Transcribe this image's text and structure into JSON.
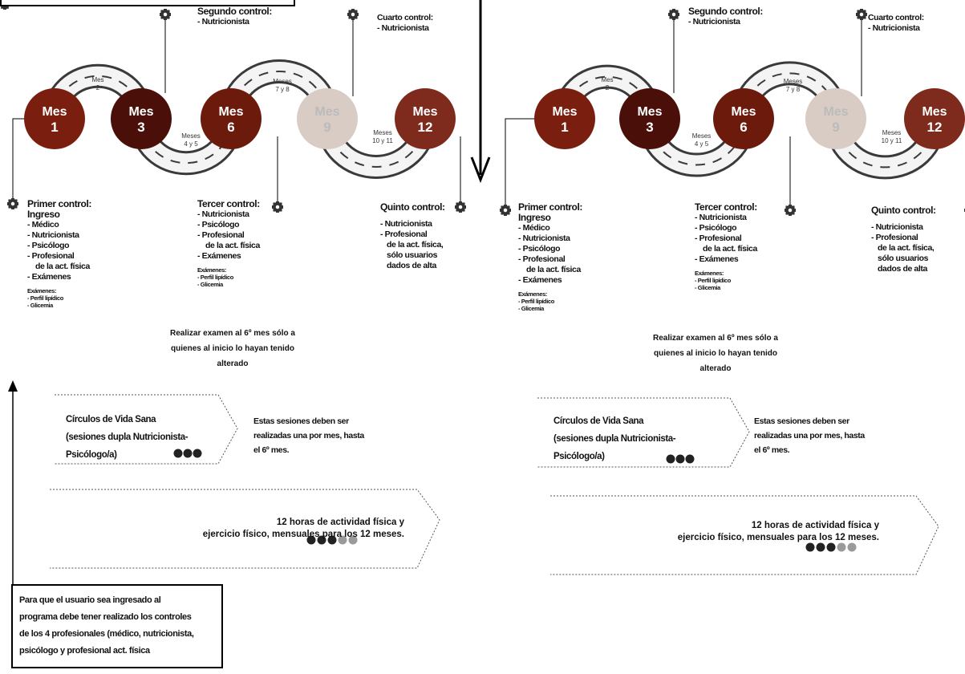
{
  "vertical_arrow_direction": "down",
  "panels": [
    {
      "months": [
        {
          "top": "Mes",
          "num": "1"
        },
        {
          "top": "Mes",
          "num": "3"
        },
        {
          "top": "Mes",
          "num": "6"
        },
        {
          "top": "Mes",
          "num": "9"
        },
        {
          "top": "Mes",
          "num": "12"
        }
      ],
      "road_labels": {
        "mes2": {
          "l1": "Mes",
          "l2": "2"
        },
        "mes45": {
          "l1": "Meses",
          "l2": "4 y 5"
        },
        "mes78": {
          "l1": "Meses",
          "l2": "7 y 8"
        },
        "mes1011": {
          "l1": "Meses",
          "l2": "10 y 11"
        }
      },
      "segundo": {
        "title": "Segundo control:",
        "items": [
          "- Nutricionista"
        ]
      },
      "cuarto": {
        "title": "Cuarto control:",
        "items": [
          "- Nutricionista"
        ]
      },
      "primer": {
        "title": "Primer control:",
        "subtitle": "Ingreso",
        "items": [
          "- Médico",
          "- Nutricionista",
          "- Psicólogo",
          "- Profesional",
          "de la act. física",
          "- Exámenes"
        ],
        "exam_title": "Exámenes:",
        "exam_items": [
          "- Perfil lipídico",
          "- Glicemia"
        ]
      },
      "tercer": {
        "title": "Tercer control:",
        "items": [
          "- Nutricionista",
          "- Psicólogo",
          "- Profesional",
          "de la act. física",
          "- Exámenes"
        ],
        "exam_title": "Exámenes:",
        "exam_items": [
          "- Perfil lipídico",
          "- Glicemia"
        ],
        "note": [
          "Realizar examen al 6º mes sólo a",
          "quienes al inicio lo hayan tenido",
          "alterado"
        ]
      },
      "quinto": {
        "title": "Quinto control:",
        "items": [
          "- Nutricionista",
          "- Profesional",
          "de la act. física,",
          "sólo usuarios",
          "dados de alta"
        ]
      },
      "circulos": {
        "label": [
          "Círculos de Vida Sana",
          "(sesiones dupla Nutricionista-",
          "Psicólogo/a)"
        ],
        "desc": [
          "Estas sesiones deben ser",
          "realizadas una por mes, hasta",
          "el 6º mes."
        ]
      },
      "actividad": {
        "text": [
          "12 horas de actividad física y",
          "ejercicio físico, mensuales para los 12 meses."
        ]
      }
    },
    {
      "months": [
        {
          "top": "Mes",
          "num": "1"
        },
        {
          "top": "Mes",
          "num": "3"
        },
        {
          "top": "Mes",
          "num": "6"
        },
        {
          "top": "Mes",
          "num": "9"
        },
        {
          "top": "Mes",
          "num": "12"
        }
      ],
      "road_labels": {
        "mes2": {
          "l1": "Mes",
          "l2": "2"
        },
        "mes45": {
          "l1": "Meses",
          "l2": "4 y 5"
        },
        "mes78": {
          "l1": "Meses",
          "l2": "7 y 8"
        },
        "mes1011": {
          "l1": "Meses",
          "l2": "10 y 11"
        }
      },
      "segundo": {
        "title": "Segundo control:",
        "items": [
          "- Nutricionista"
        ]
      },
      "cuarto": {
        "title": "Cuarto control:",
        "items": [
          "- Nutricionista"
        ]
      },
      "primer": {
        "title": "Primer control:",
        "subtitle": "Ingreso",
        "items": [
          "- Médico",
          "- Nutricionista",
          "- Psicólogo",
          "- Profesional",
          "de la act. física",
          "- Exámenes"
        ],
        "exam_title": "Exámenes:",
        "exam_items": [
          "- Perfil lipídico",
          "- Glicemia"
        ]
      },
      "tercer": {
        "title": "Tercer control:",
        "items": [
          "- Nutricionista",
          "- Psicólogo",
          "- Profesional",
          "de la act. física",
          "- Exámenes"
        ],
        "exam_title": "Exámenes:",
        "exam_items": [
          "- Perfil lipídico",
          "- Glicemia"
        ],
        "note": [
          "Realizar examen al 6º mes sólo a",
          "quienes al inicio lo hayan tenido",
          "alterado"
        ]
      },
      "quinto": {
        "title": "Quinto control:",
        "items": [
          "- Nutricionista",
          "- Profesional",
          "de la act. física,",
          "sólo usuarios",
          "dados de alta"
        ]
      },
      "circulos": {
        "label": [
          "Círculos de Vida Sana",
          "(sesiones dupla Nutricionista-",
          "Psicólogo/a)"
        ],
        "desc": [
          "Estas sesiones deben ser",
          "realizadas una por mes, hasta",
          "el 6º mes."
        ]
      },
      "actividad": {
        "text": [
          "12 horas de actividad física y",
          "ejercicio físico, mensuales para los 12 meses."
        ]
      }
    }
  ],
  "note_box": [
    "Para que el usuario sea ingresado al",
    "programa debe tener realizado los controles",
    "de los 4 profesionales (médico, nutricionista,",
    "psicólogo y profesional act. física"
  ],
  "colors": {
    "mes1": "#7a1f0f",
    "mes3": "#4a0f08",
    "mes6": "#6b1a0c",
    "mes9": "#d9ccc5",
    "mes12": "#7e2a1c",
    "road": "#3a3a3a",
    "dark_dot": "#222222",
    "light_dot": "#9a9a9a"
  }
}
